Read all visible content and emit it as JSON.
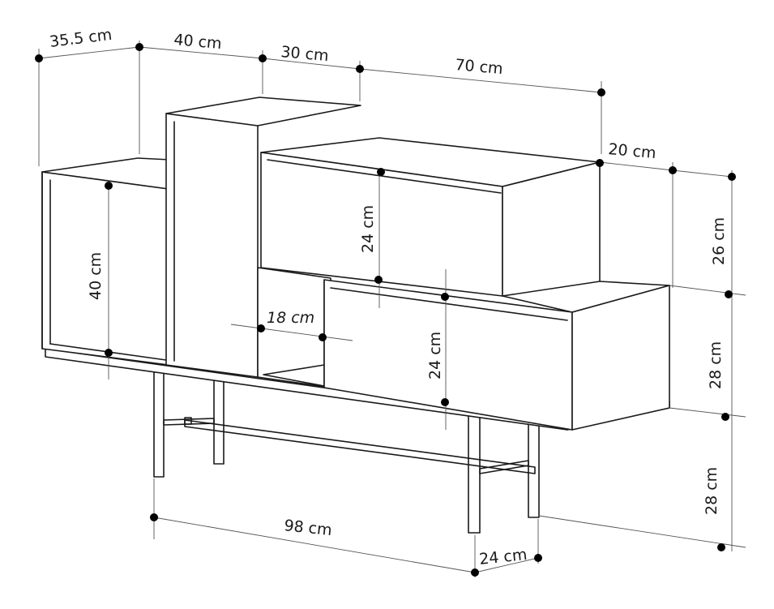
{
  "diagram": {
    "labels": {
      "top_depth": "35.5 cm",
      "top_left_width": "40 cm",
      "top_tower_width": "30 cm",
      "top_right_width": "70 cm",
      "right_depth": "20 cm",
      "right_upper_height": "26 cm",
      "right_middle_height": "28 cm",
      "right_legs_height": "28 cm",
      "left_cabinet_height": "40 cm",
      "upper_box_height": "24 cm",
      "lower_box_height": "24 cm",
      "niche_width": "18 cm",
      "bottom_width": "98 cm",
      "bottom_depth": "24 cm"
    }
  }
}
